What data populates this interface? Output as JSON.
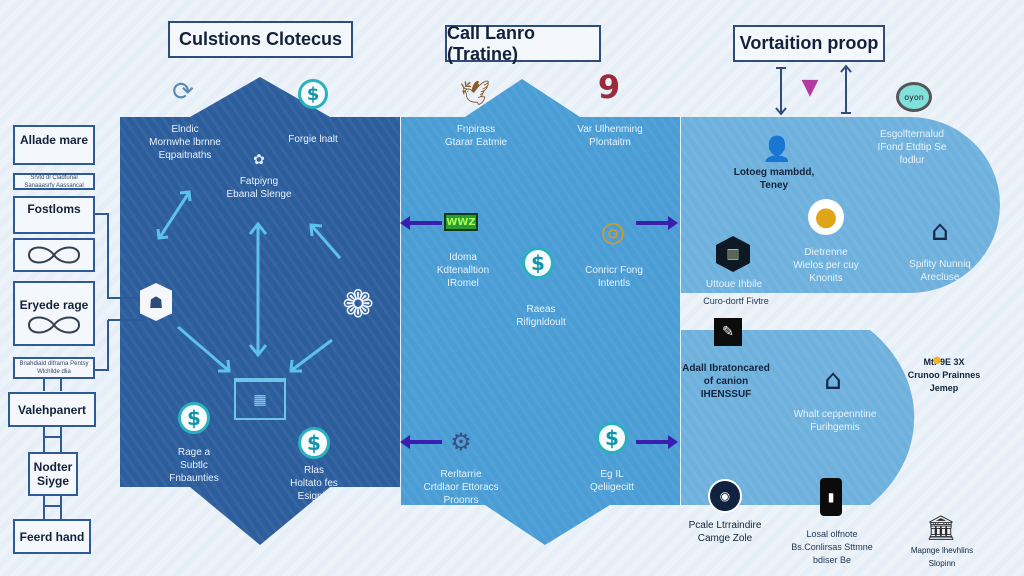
{
  "titles": {
    "left": "Culstions Clotecus",
    "center": "Call Lanro (Tratine)",
    "right": "Vortaition proop"
  },
  "left_flow": {
    "boxes": [
      {
        "label": "Allade mare"
      },
      {
        "label": "Srvtd dl Cladfunal Sanaaasrfy Aassancal"
      },
      {
        "label": "Fostloms"
      },
      {
        "label": "Eryede rage"
      },
      {
        "label": "Bnahdiald dIfrarna Pentsy Wlchllde dlia"
      },
      {
        "label": "Valehpanert"
      },
      {
        "label": "Nodter Siyge"
      },
      {
        "label": "Feerd hand"
      }
    ]
  },
  "panel_left": {
    "texts": {
      "t1": "Elndic\nMornwhe lbrnne\nEqpaitnaths",
      "t2": "Forgie lnalt",
      "t3": "Fatpiyng\nEbanal Slenge",
      "t4": "Rage a\nSubtlc\nFnbaunties",
      "t5": "Rlas\nHoltato fes\nEsignie"
    },
    "icons": [
      "gear-cycle-icon",
      "dollar-icon",
      "shield-user-icon",
      "gear-cluster-icon",
      "laptop-icon",
      "dollar-icon",
      "dollar-icon"
    ]
  },
  "panel_center": {
    "texts": {
      "t1": "Fnpirass\nGtarar Eatmie",
      "t2": "Var Ulhenming\nPlontaitm",
      "t3": "Idoma\nKdtenalltion\nIRomel",
      "t4": "Conricr Fong\nIntentls",
      "t5": "Raeas\nRifignldoult",
      "t6": "Rerltarrie\nCrtdlaor Ettoracs\nProonrs",
      "t7": "Eg IL\nQeliigecitt"
    },
    "icons": [
      "eagle-icon",
      "hook-icon",
      "cash-icon",
      "coins-icon",
      "dollar-icon",
      "robot-icon",
      "dollar-icon"
    ]
  },
  "panel_right": {
    "texts": {
      "t1": "Lotoeg mambdd,\nTeney",
      "t2": "Esgolfternalud\nIFond Etdtip Se\nfodlur",
      "t3": "Dietrenne\nWielos per cuy\nKnonits",
      "t4": "Uttoue Ihbile",
      "t5": "Spifity Nunniq\nArecluse",
      "t6": "Curo-dortf Fivtre",
      "t7": "Adall Ibratoncared\nof canion\nIHENSSUF",
      "t8": "Whalt ceppenntine\nFurihgemis",
      "t9": "Mtr 9E 3X\nCrunoo Prainnes\nJemep",
      "t10": "Pcale Ltrraindire\nCamge Zole",
      "t11": "Losal olfnote\nBs.Conlirsas Sttmne\nbdiser Be",
      "t12": "Mapnge lhevhlins\nSlopinn"
    },
    "icons": [
      "monitor-icon",
      "badge-icon",
      "user-icon",
      "coin-icon",
      "hex-chart-icon",
      "house-icon",
      "document-icon",
      "house-icon",
      "lightbulb-icon",
      "circle-badge-icon",
      "phone-icon",
      "building-icon"
    ]
  },
  "colors": {
    "panel_left": "#2c5d9c",
    "panel_center": "#4d9fd6",
    "panel_right": "#6eb0dc",
    "arrow_light": "#5ec0ee",
    "arrow_purple": "#3a1fae",
    "border": "#2e5a99"
  }
}
